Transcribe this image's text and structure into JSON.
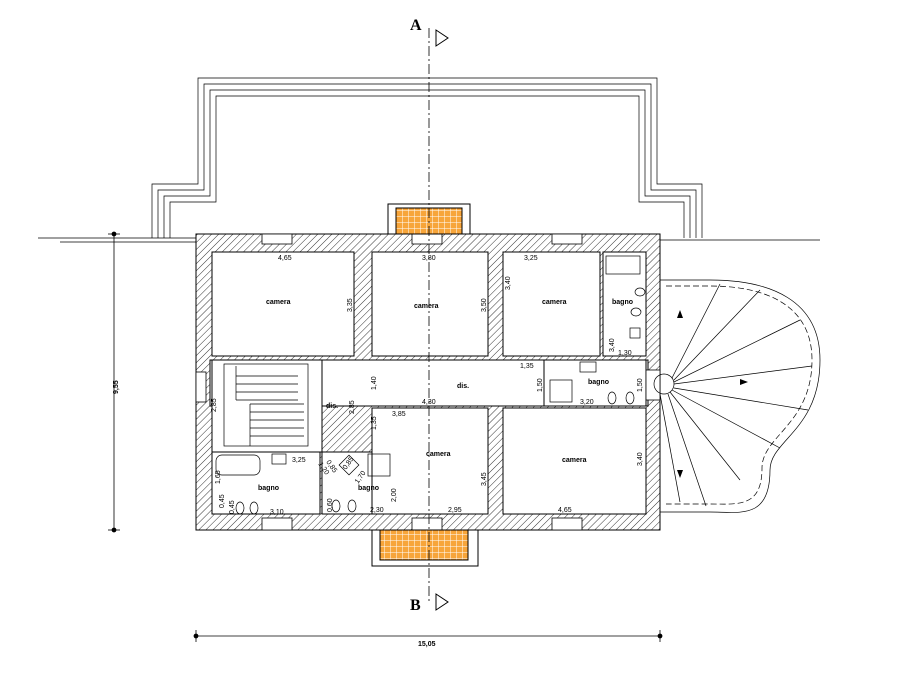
{
  "section_marks": {
    "top": "A",
    "bottom": "B"
  },
  "rooms": {
    "camera_top_left": "camera",
    "camera_top_mid": "camera",
    "camera_top_right": "camera",
    "bagno_top_right": "bagno",
    "dis_left": "dis.",
    "dis_center": "dis.",
    "bagno_mid_right": "bagno",
    "bagno_bottom_left": "bagno",
    "bagno_bottom_mid": "bagno",
    "camera_bottom_mid": "camera",
    "camera_bottom_right": "camera"
  },
  "dimensions": {
    "d_4_65_top": "4,65",
    "d_3_80": "3,80",
    "d_3_25_top": "3,25",
    "d_3_35": "3,35",
    "d_3_50": "3,50",
    "d_3_40_top": "3,40",
    "d_3_40_small": "3,40",
    "d_1_30": "1,30",
    "d_1_35_mid": "1,35",
    "d_1_50_a": "1,50",
    "d_1_50_b": "1,50",
    "d_1_40": "1,40",
    "d_2_85_a": "2,85",
    "d_2_85_b": "2,85",
    "d_3_85": "3,85",
    "d_4_30": "4,30",
    "d_3_20": "3,20",
    "d_1_35_left": "1,35",
    "d_3_45": "3,45",
    "d_3_40_right": "3,40",
    "d_4_65_bottom": "4,65",
    "d_2_95": "2,95",
    "d_3_25_bath": "3,25",
    "d_3_10": "3,10",
    "d_1_65": "1,65",
    "d_0_45_a": "0,45",
    "d_0_45_b": "0,45",
    "d_0_60": "0,60",
    "d_2_30": "2,30",
    "d_2_00": "2,00",
    "d_0_85_a": "0,85",
    "d_0_85_b": "0,85",
    "d_1_20": "1,20",
    "d_1_70": "1,70",
    "d_total_height": "9,55",
    "d_total_width": "15,05"
  },
  "colors": {
    "balcony_fill": "#f7a53a",
    "wall_hatch": "#000000"
  },
  "icons": [
    "section-arrow-icon",
    "stair-direction-arrow-icon"
  ]
}
